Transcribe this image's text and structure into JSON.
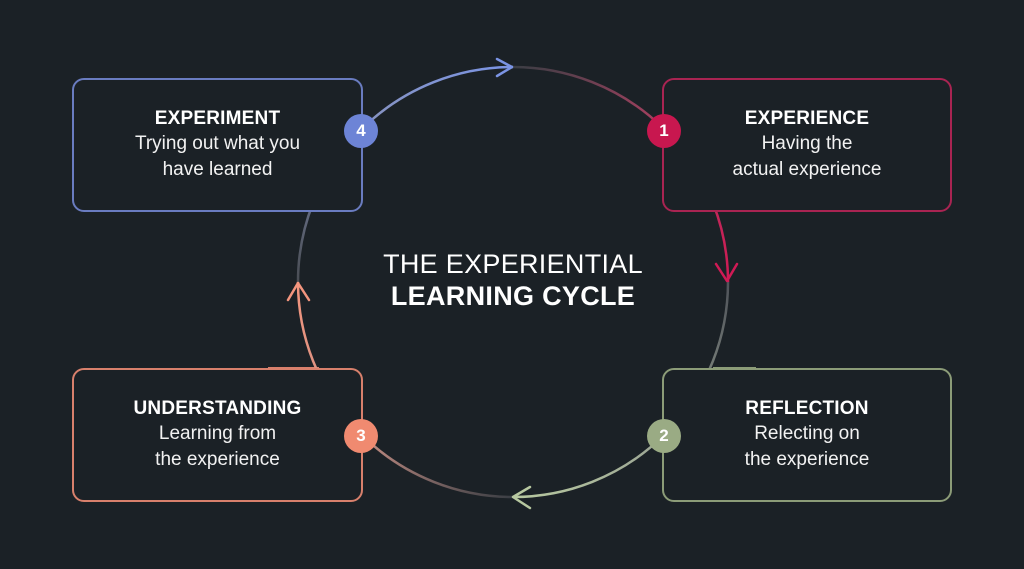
{
  "title": {
    "line1": "THE EXPERIENTIAL",
    "line2": "LEARNING CYCLE"
  },
  "colors": {
    "background": "#1b2126",
    "arc_neutral": "#6b6e72",
    "experience": "#c8174f",
    "reflection": "#9aab84",
    "understanding": "#f08a70",
    "experiment": "#6d84d6"
  },
  "steps": [
    {
      "number": "1",
      "title": "EXPERIENCE",
      "desc_line1": "Having the",
      "desc_line2": "actual experience",
      "color": "#c8174f",
      "border": "#a92452"
    },
    {
      "number": "2",
      "title": "REFLECTION",
      "desc_line1": "Relecting on",
      "desc_line2": "the experience",
      "color": "#9aab84",
      "border": "#8c9c78"
    },
    {
      "number": "3",
      "title": "UNDERSTANDING",
      "desc_line1": "Learning from",
      "desc_line2": "the experience",
      "color": "#f08a70",
      "border": "#d8806c"
    },
    {
      "number": "4",
      "title": "EXPERIMENT",
      "desc_line1": "Trying out what you",
      "desc_line2": "have learned",
      "color": "#6d84d6",
      "border": "#6a7cc0"
    }
  ]
}
